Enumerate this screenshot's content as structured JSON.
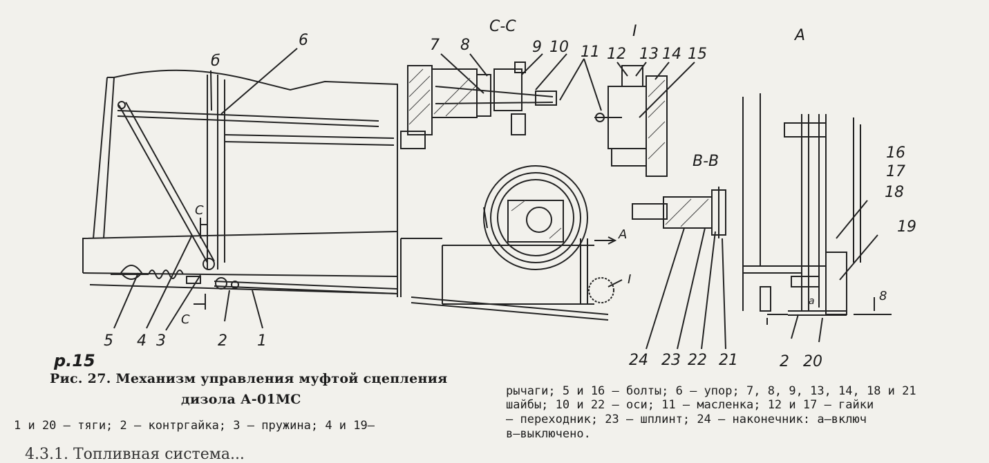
{
  "page_ref": "р.15",
  "caption": {
    "title_line1": "Рис. 27. Механизм управления муфтой сцепления",
    "title_line2": "дизола А-01МС"
  },
  "legend_left": "1 и 20 — тяги; 2 — контргайка; 3 — пружина; 4 и 19—",
  "legend_right": [
    "рычаги; 5 и 16 — болты; 6 — упор; 7, 8, 9, 13, 14, 18 и 21",
    "шайбы; 10 и 22 — оси; 11 — масленка; 12 и 17 — гайки",
    "— переходник; 23 — шплинт; 24 — наконечник: а—включ",
    "в—выключено."
  ],
  "bottom_cut": "4.3.1. Топливная система...",
  "section_labels": {
    "cc": "С-С",
    "detail_i": "I",
    "bb": "В-В",
    "view_a": "А"
  },
  "drawing_labels": {
    "main_view": [
      "б",
      "6",
      "5",
      "4",
      "3",
      "2",
      "1",
      "С",
      "С",
      "А",
      "I"
    ],
    "section_cc": [
      "7",
      "8",
      "9",
      "10",
      "11"
    ],
    "detail_i": [
      "12",
      "13",
      "14",
      "15"
    ],
    "section_bb": [
      "24",
      "23",
      "22",
      "21"
    ],
    "view_a": [
      "16",
      "17",
      "18",
      "19",
      "8",
      "2",
      "20",
      "а"
    ]
  }
}
